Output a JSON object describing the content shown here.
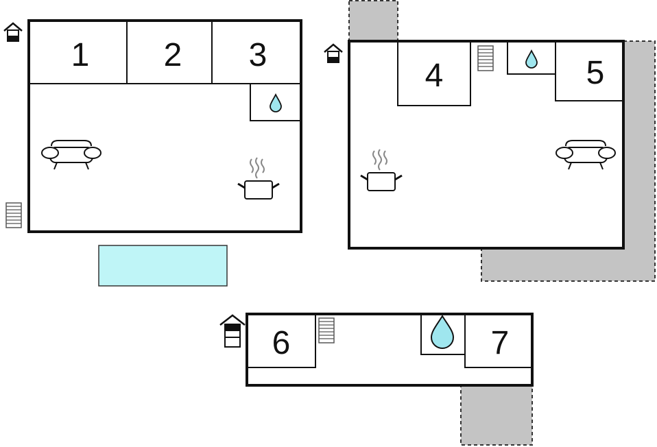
{
  "rooms": {
    "r1": "1",
    "r2": "2",
    "r3": "3",
    "r4": "4",
    "r5": "5",
    "r6": "6",
    "r7": "7"
  },
  "colors": {
    "wall": "#111111",
    "terrace": "#c4c4c4",
    "pool": "#bff5f7",
    "water_drop": "#9fe6ee"
  },
  "icons": {
    "house": "house-entrance-icon",
    "stairs": "stairs-icon",
    "bathroom": "water-drop-icon",
    "living": "sofa-icon",
    "kitchen": "cooking-pot-icon"
  }
}
